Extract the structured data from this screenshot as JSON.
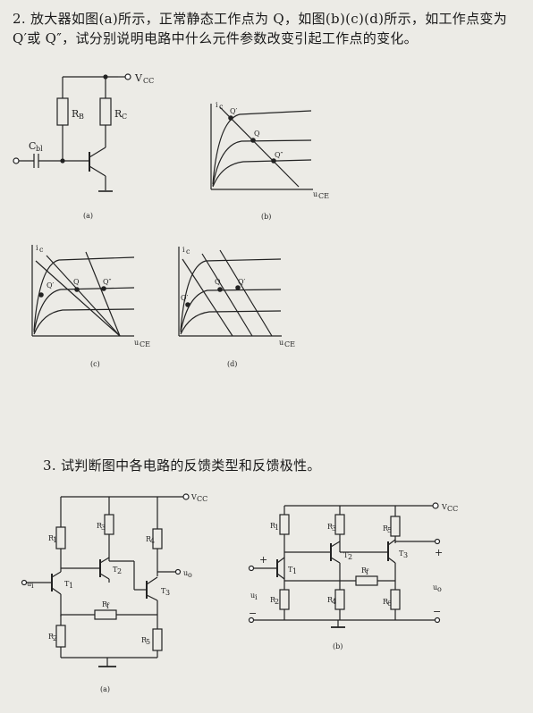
{
  "q2": {
    "text": "2. 放大器如图(a)所示，正常静态工作点为 Q，如图(b)(c)(d)所示，如工作点变为 Q′或 Q″，试分别说明电路中什么元件参数改变引起工作点的变化。"
  },
  "fig_a": {
    "vcc": "V",
    "vcc_sub": "CC",
    "rb": "R",
    "rb_sub": "B",
    "rc": "R",
    "rc_sub": "C",
    "cb": "C",
    "cb_sub": "bl",
    "caption": "(a)"
  },
  "fig_b": {
    "y_axis": "i",
    "y_sub": "c",
    "x_axis": "u",
    "x_sub": "CE",
    "q1": "Q′",
    "q": "Q",
    "q2": "Q″",
    "caption": "(b)"
  },
  "fig_c": {
    "y_axis": "i",
    "y_sub": "c",
    "x_axis": "u",
    "x_sub": "CE",
    "q1": "Q′",
    "q": "Q",
    "q2": "Q″",
    "caption": "(c)"
  },
  "fig_d": {
    "y_axis": "i",
    "y_sub": "c",
    "x_axis": "u",
    "x_sub": "CE",
    "q1": "Q′",
    "q": "Q",
    "q2": "Q′",
    "caption": "(d)"
  },
  "q3": {
    "text": "3. 试判断图中各电路的反馈类型和反馈极性。"
  },
  "circuit_a": {
    "vcc": "V",
    "vcc_sub": "CC",
    "r1": "R",
    "r1_sub": "1",
    "r2": "R",
    "r2_sub": "2",
    "r3": "R",
    "r3_sub": "3",
    "r4": "R",
    "r4_sub": "4",
    "r5": "R",
    "r5_sub": "5",
    "rf": "R",
    "rf_sub": "f",
    "t1": "T",
    "t1_sub": "1",
    "t2": "T",
    "t2_sub": "2",
    "t3": "T",
    "t3_sub": "3",
    "ui": "u",
    "ui_sub": "i",
    "uo": "u",
    "uo_sub": "o",
    "caption": "(a)"
  },
  "circuit_b": {
    "vcc": "V",
    "vcc_sub": "CC",
    "r1": "R",
    "r1_sub": "1",
    "r2": "R",
    "r2_sub": "2",
    "r3": "R",
    "r3_sub": "3",
    "r4": "R",
    "r4_sub": "4",
    "r5": "R",
    "r5_sub": "5",
    "r6": "R",
    "r6_sub": "6",
    "rf": "R",
    "rf_sub": "f",
    "t1": "T",
    "t1_sub": "1",
    "t2": "T",
    "t2_sub": "2",
    "t3": "T",
    "t3_sub": "3",
    "ui": "u",
    "ui_sub": "i",
    "uo": "u",
    "uo_sub": "o",
    "plus": "+",
    "minus": "−",
    "caption": "(b)"
  }
}
